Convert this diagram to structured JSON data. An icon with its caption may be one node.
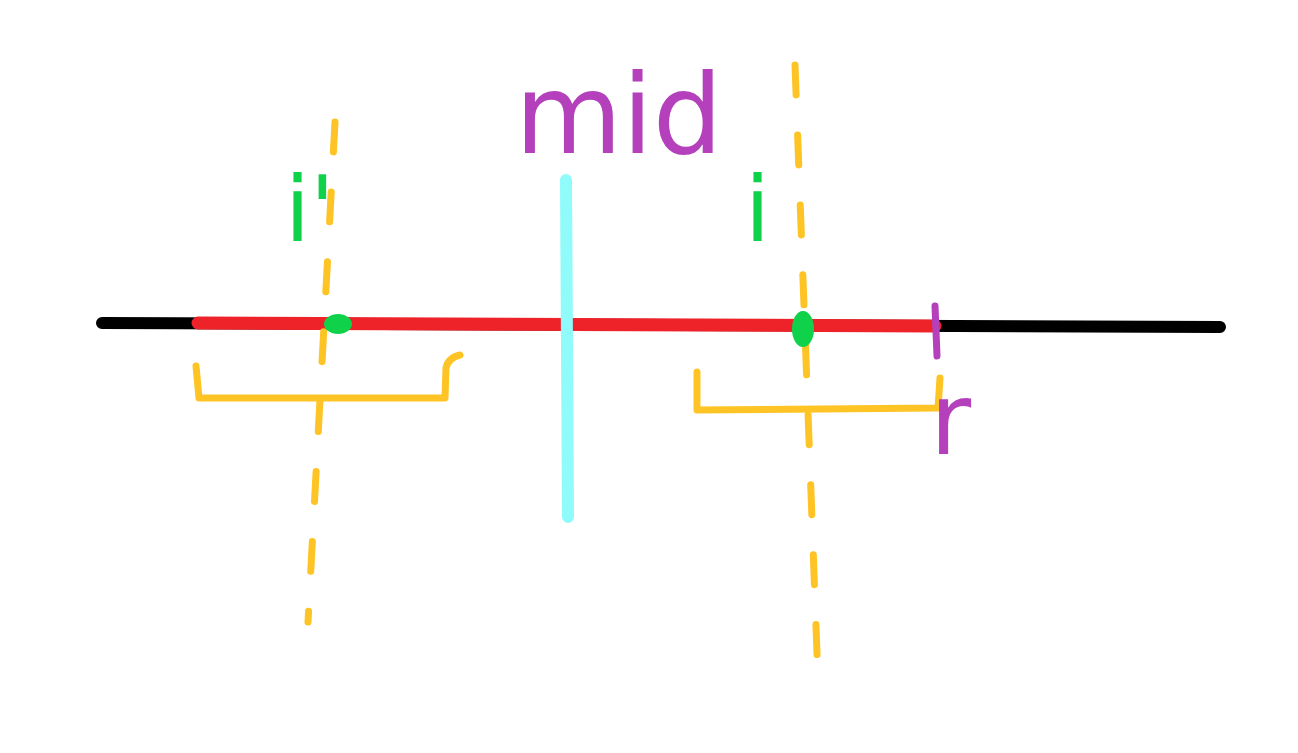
{
  "diagram": {
    "labels": [
      "mid",
      "i'",
      "i",
      "r"
    ]
  }
}
